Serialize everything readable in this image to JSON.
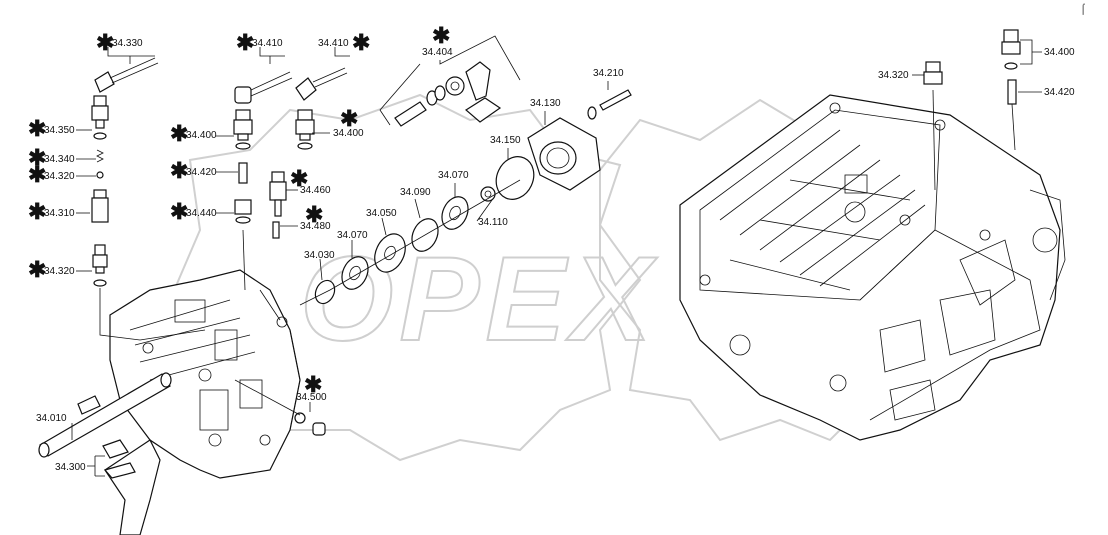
{
  "watermark": {
    "text": "OPEX"
  },
  "corner_mark": "⌠",
  "labels": {
    "l34330": "34.330",
    "l34410a": "34.410",
    "l34410b": "34.410",
    "l34404": "34.404",
    "l34210": "34.210",
    "l34130": "34.130",
    "l34350": "34.350",
    "l34400a": "34.400",
    "l34400b": "34.400",
    "l34340": "34.340",
    "l34320a": "34.320",
    "l34420a": "34.420",
    "l34460": "34.460",
    "l34150": "34.150",
    "l34070a": "34.070",
    "l34090": "34.090",
    "l34110": "34.110",
    "l34310": "34.310",
    "l34440": "34.440",
    "l34480": "34.480",
    "l34050": "34.050",
    "l34070b": "34.070",
    "l34030": "34.030",
    "l34320b": "34.320",
    "l34500": "34.500",
    "l34010": "34.010",
    "l34300": "34.300",
    "l34320c": "34.320",
    "l34400c": "34.400",
    "l34420b": "34.420"
  },
  "star": "✱"
}
